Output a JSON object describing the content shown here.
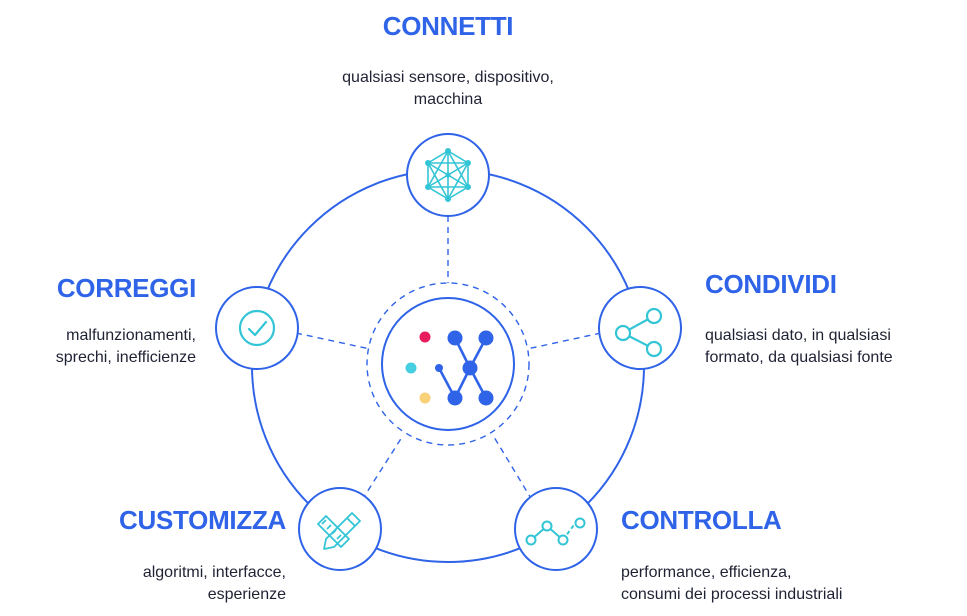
{
  "colors": {
    "accent": "#2f63e8",
    "ring": "#2f63e8",
    "icon": "#33c5d6",
    "node_blue": "#2f63e8",
    "dot_red": "#e81d5e",
    "dot_cyan": "#46cfe0",
    "dot_yellow": "#f9d178",
    "text": "#1f2233"
  },
  "center": {
    "icon": "network-logo-icon"
  },
  "nodes": {
    "connetti": {
      "title": "CONNETTI",
      "desc_line1": "qualsiasi sensore, dispositivo,",
      "desc_line2": "macchina",
      "icon": "network-mesh-icon"
    },
    "condividi": {
      "title": "CONDIVIDI",
      "desc_line1": "qualsiasi dato, in qualsiasi",
      "desc_line2": "formato, da qualsiasi fonte",
      "icon": "share-icon"
    },
    "controlla": {
      "title": "CONTROLLA",
      "desc_line1": "performance, efficienza,",
      "desc_line2": "consumi dei processi industriali",
      "icon": "line-graph-icon"
    },
    "customizza": {
      "title": "CUSTOMIZZA",
      "desc_line1": "algoritmi, interfacce,",
      "desc_line2": "esperienze",
      "icon": "ruler-pencil-icon"
    },
    "correggi": {
      "title": "CORREGGI",
      "desc_line1": "malfunzionamenti,",
      "desc_line2": "sprechi, inefficienze",
      "icon": "check-circle-icon"
    }
  }
}
